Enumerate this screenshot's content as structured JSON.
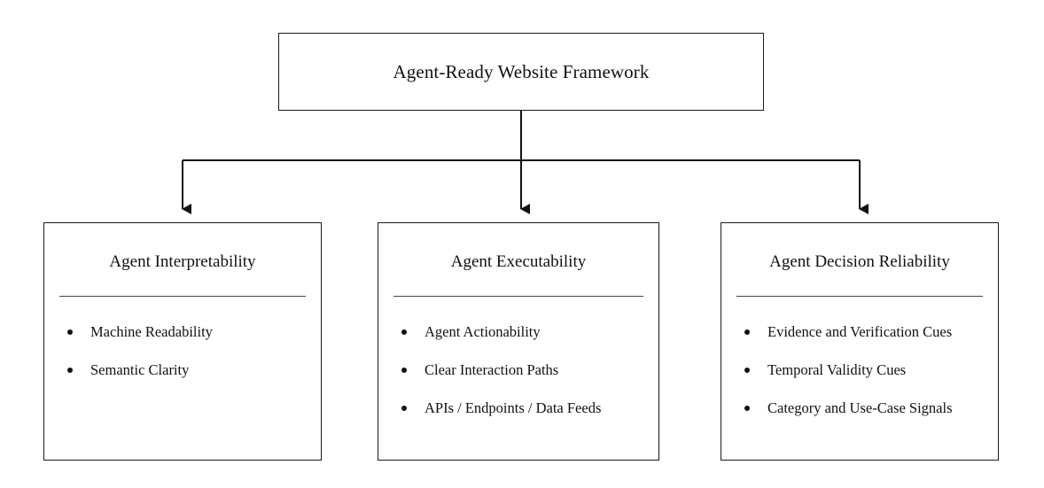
{
  "root": {
    "title": "Agent-Ready Website Framework"
  },
  "pillars": [
    {
      "title": "Agent Interpretability",
      "items": [
        "Machine Readability",
        "Semantic Clarity"
      ]
    },
    {
      "title": "Agent Executability",
      "items": [
        "Agent Actionability",
        "Clear Interaction Paths",
        "APIs / Endpoints / Data Feeds"
      ]
    },
    {
      "title": "Agent Decision Reliability",
      "items": [
        "Evidence and Verification Cues",
        "Temporal Validity Cues",
        "Category and Use-Case Signals"
      ]
    }
  ],
  "colors": {
    "stroke": "#1a1a1a",
    "background": "#ffffff"
  }
}
